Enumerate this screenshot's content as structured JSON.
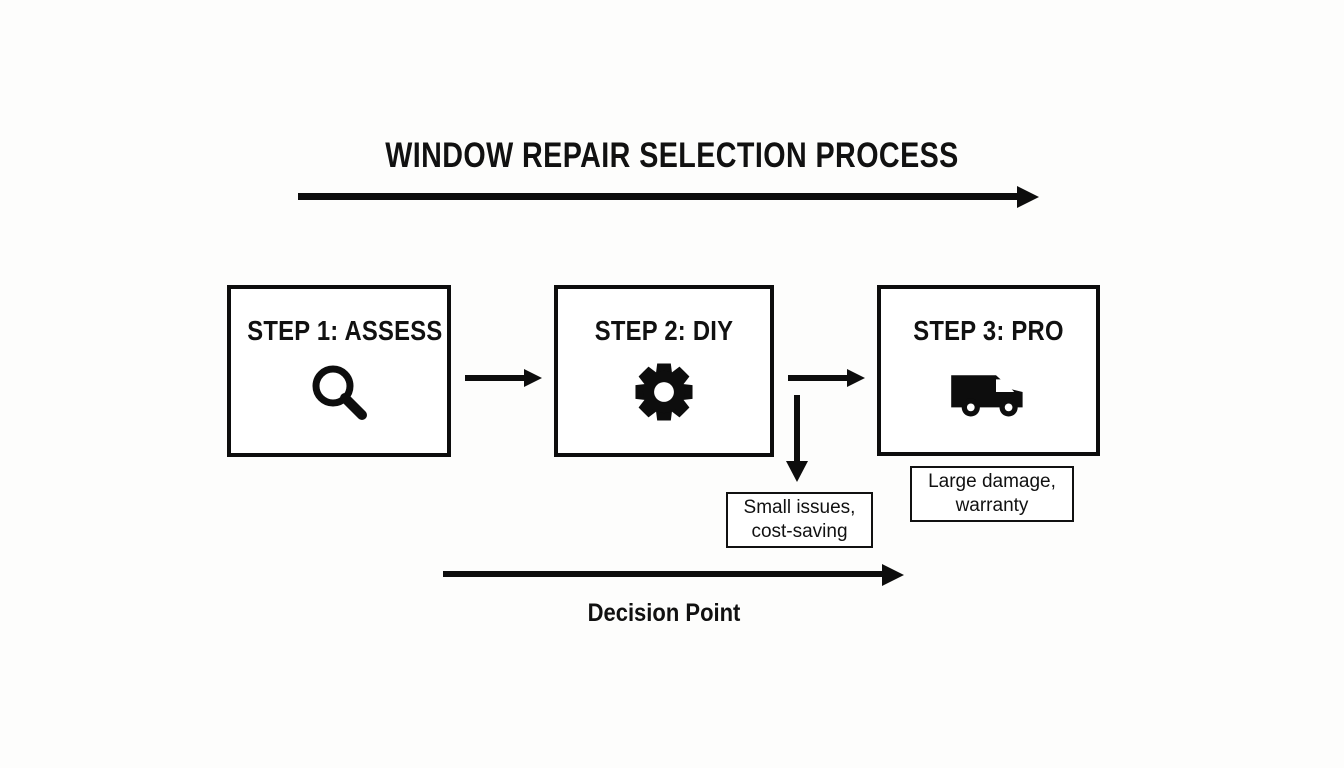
{
  "diagram": {
    "title": "WINDOW REPAIR SELECTION PROCESS",
    "type": "process-flow",
    "background_color": "#fdfdfc",
    "ink_color": "#0d0d0d",
    "top_flow_arrow": {
      "name": "process-direction-arrow",
      "direction": "right"
    },
    "bottom_flow_arrow": {
      "name": "decision-flow-arrow",
      "direction": "right"
    },
    "caption": "Decision Point",
    "steps": [
      {
        "id": "step-1",
        "label": "STEP 1: ASSESS",
        "icon": "magnifier-icon"
      },
      {
        "id": "step-2",
        "label": "STEP 2: DIY",
        "icon": "gear-icon"
      },
      {
        "id": "step-3",
        "label": "STEP 3: PRO",
        "icon": "van-icon"
      }
    ],
    "connectors": [
      {
        "id": "connector-1-2",
        "from": "step-1",
        "to": "step-2",
        "direction": "right"
      },
      {
        "id": "connector-2-3",
        "from": "step-2",
        "to": "step-3",
        "direction": "right"
      },
      {
        "id": "connector-2-note",
        "from": "step-2",
        "to": "note-diy",
        "direction": "down"
      }
    ],
    "notes": [
      {
        "id": "note-diy",
        "line1": "Small issues,",
        "line2": "cost-saving"
      },
      {
        "id": "note-pro",
        "line1": "Large damage,",
        "line2": "warranty"
      }
    ]
  }
}
